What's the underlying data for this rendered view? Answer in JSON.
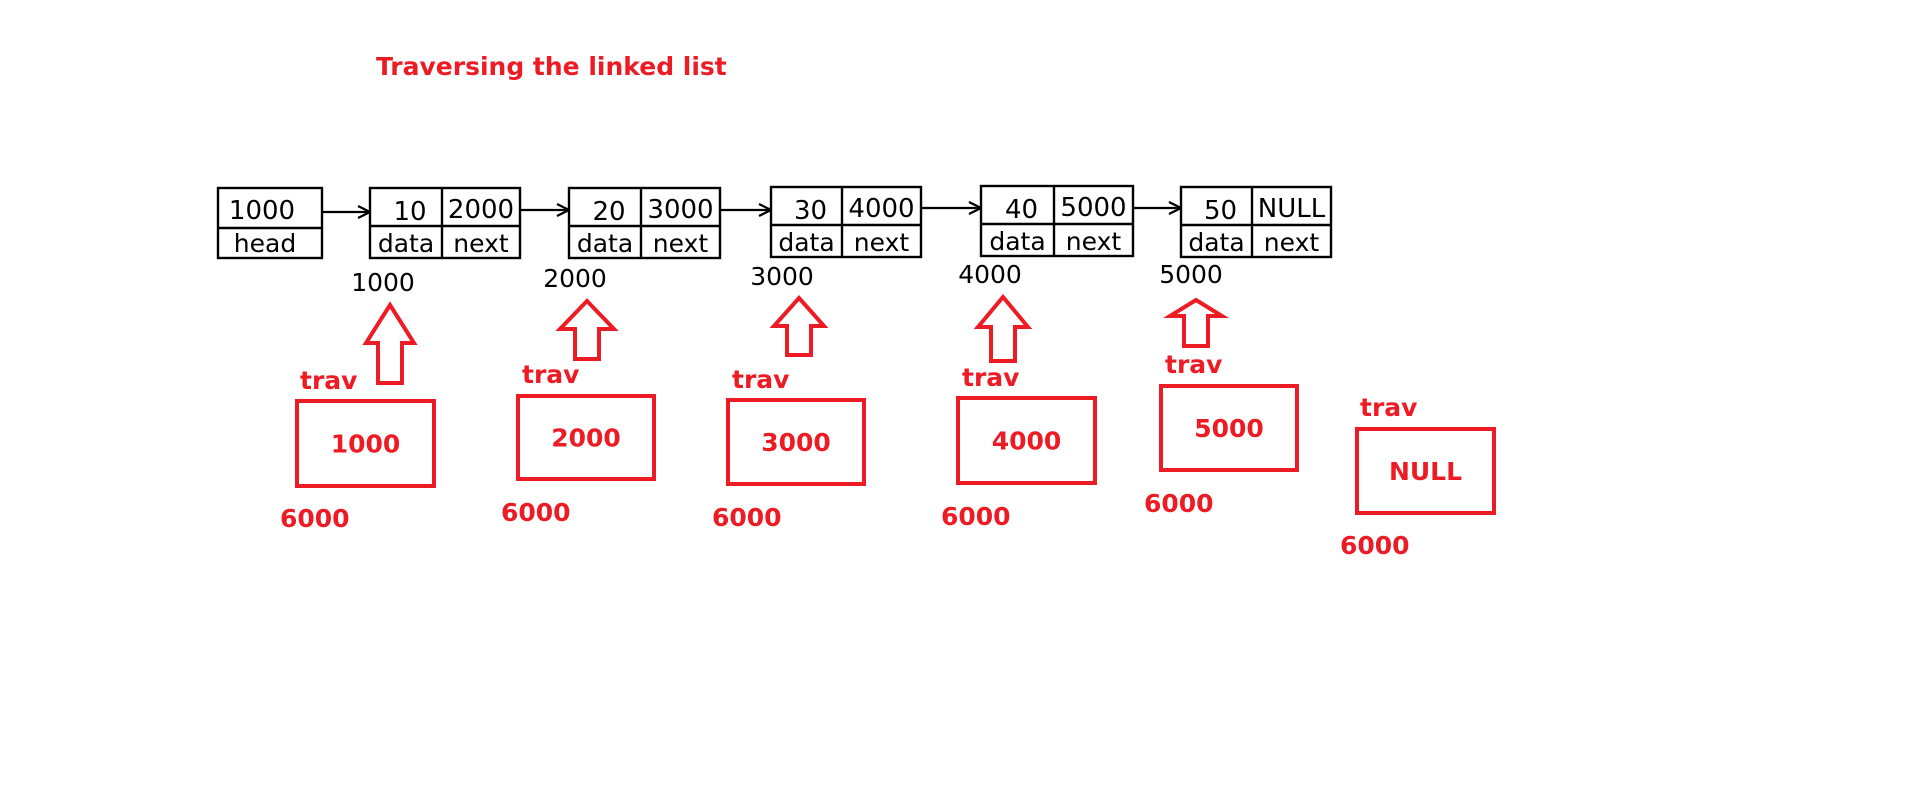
{
  "title": "Traversing the linked list",
  "colors": {
    "accent": "#ed1c24",
    "ink": "#000000"
  },
  "head": {
    "value": "1000",
    "label": "head"
  },
  "nodes": [
    {
      "data": "10",
      "next": "2000",
      "address": "1000",
      "data_label": "data",
      "next_label": "next"
    },
    {
      "data": "20",
      "next": "3000",
      "address": "2000",
      "data_label": "data",
      "next_label": "next"
    },
    {
      "data": "30",
      "next": "4000",
      "address": "3000",
      "data_label": "data",
      "next_label": "next"
    },
    {
      "data": "40",
      "next": "5000",
      "address": "4000",
      "data_label": "data",
      "next_label": "next"
    },
    {
      "data": "50",
      "next": "NULL",
      "address": "5000",
      "data_label": "data",
      "next_label": "next"
    }
  ],
  "trav_steps": [
    {
      "label": "trav",
      "value": "1000",
      "address": "6000"
    },
    {
      "label": "trav",
      "value": "2000",
      "address": "6000"
    },
    {
      "label": "trav",
      "value": "3000",
      "address": "6000"
    },
    {
      "label": "trav",
      "value": "4000",
      "address": "6000"
    },
    {
      "label": "trav",
      "value": "5000",
      "address": "6000"
    },
    {
      "label": "trav",
      "value": "NULL",
      "address": "6000"
    }
  ]
}
